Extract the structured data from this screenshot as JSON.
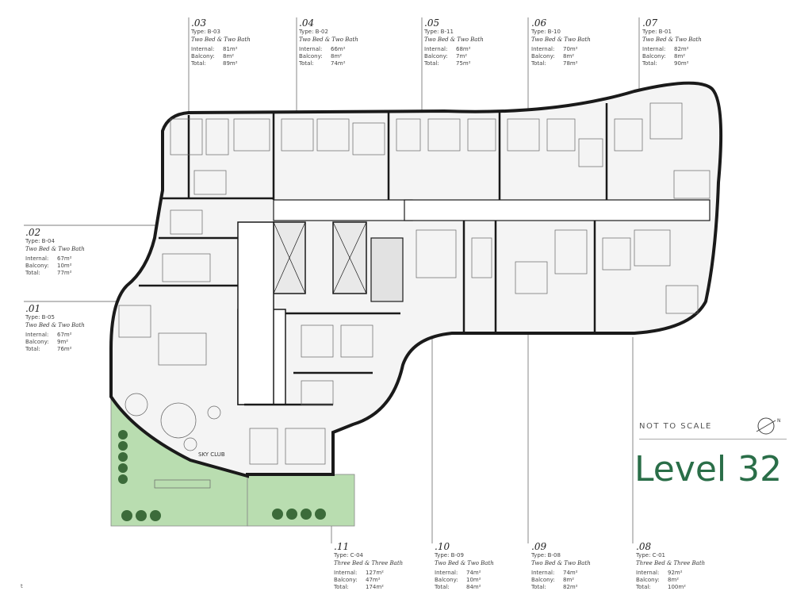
{
  "units": [
    {
      "id": "03",
      "num": ".03",
      "type": "Type: B-03",
      "desc": "Two Bed & Two Bath",
      "internal": "81m²",
      "balcony": "8m²",
      "total": "89m²"
    },
    {
      "id": "04",
      "num": ".04",
      "type": "Type: B-02",
      "desc": "Two Bed & Two Bath",
      "internal": "66m²",
      "balcony": "8m²",
      "total": "74m²"
    },
    {
      "id": "05",
      "num": ".05",
      "type": "Type: B-11",
      "desc": "Two Bed & Two Bath",
      "internal": "68m²",
      "balcony": "7m²",
      "total": "75m²"
    },
    {
      "id": "06",
      "num": ".06",
      "type": "Type: B-10",
      "desc": "Two Bed & Two Bath",
      "internal": "70m²",
      "balcony": "8m²",
      "total": "78m²"
    },
    {
      "id": "07",
      "num": ".07",
      "type": "Type: B-01",
      "desc": "Two Bed & Two Bath",
      "internal": "82m²",
      "balcony": "8m²",
      "total": "90m²"
    },
    {
      "id": "02",
      "num": ".02",
      "type": "Type: B-04",
      "desc": "Two Bed & Two Bath",
      "internal": "67m²",
      "balcony": "10m²",
      "total": "77m²"
    },
    {
      "id": "01",
      "num": ".01",
      "type": "Type: B-05",
      "desc": "Two Bed & Two Bath",
      "internal": "67m²",
      "balcony": "9m²",
      "total": "76m²"
    },
    {
      "id": "11",
      "num": ".11",
      "type": "Type: C-04",
      "desc": "Three Bed & Three Bath",
      "internal": "127m²",
      "balcony": "47m²",
      "total": "174m²"
    },
    {
      "id": "10",
      "num": ".10",
      "type": "Type: B-09",
      "desc": "Two Bed & Two Bath",
      "internal": "74m²",
      "balcony": "10m²",
      "total": "84m²"
    },
    {
      "id": "09",
      "num": ".09",
      "type": "Type: B-08",
      "desc": "Two Bed & Two Bath",
      "internal": "74m²",
      "balcony": "8m²",
      "total": "82m²"
    },
    {
      "id": "08",
      "num": ".08",
      "type": "Type: C-01",
      "desc": "Three Bed & Three Bath",
      "internal": "92m²",
      "balcony": "8m²",
      "total": "100m²"
    }
  ],
  "field_labels": {
    "internal": "Internal:",
    "balcony": "Balcony:",
    "total": "Total:"
  },
  "not_to_scale": "NOT TO SCALE",
  "north_marker": "N",
  "level_title": "Level 32",
  "sky_club": "SKY CLUB",
  "footnote": "t",
  "colors": {
    "title_green": "#2a6e48",
    "landscape_green": "#b9ddb0",
    "wall": "#1a1a1a",
    "line": "#555555"
  }
}
